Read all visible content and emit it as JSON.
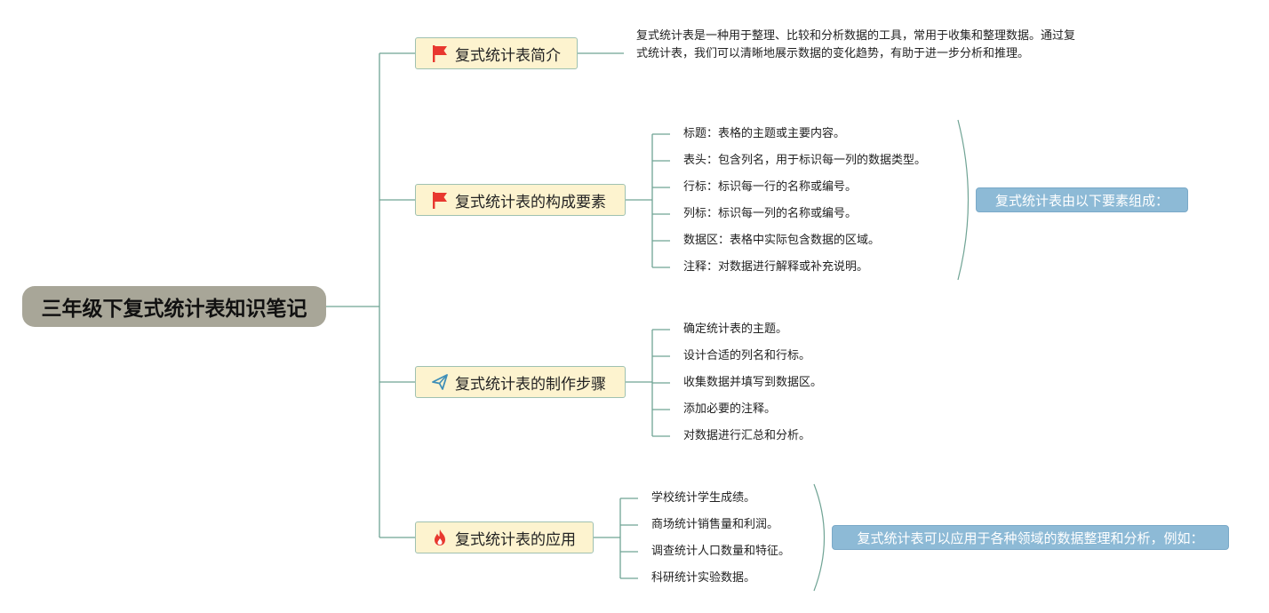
{
  "root": {
    "title": "三年级下复式统计表知识笔记"
  },
  "branches": [
    {
      "title": "复式统计表简介",
      "icon": "red-flag-icon",
      "description": "复式统计表是一种用于整理、比较和分析数据的工具，常用于收集和整理数据。通过复式统计表，我们可以清晰地展示数据的变化趋势，有助于进一步分析和推理。"
    },
    {
      "title": "复式统计表的构成要素",
      "icon": "red-flag-icon",
      "items": [
        "标题：表格的主题或主要内容。",
        "表头：包含列名，用于标识每一列的数据类型。",
        "行标：标识每一行的名称或编号。",
        "列标：标识每一列的名称或编号。",
        "数据区：表格中实际包含数据的区域。",
        "注释：对数据进行解释或补充说明。"
      ],
      "summary": "复式统计表由以下要素组成："
    },
    {
      "title": "复式统计表的制作步骤",
      "icon": "paper-plane-icon",
      "items": [
        "确定统计表的主题。",
        "设计合适的列名和行标。",
        "收集数据并填写到数据区。",
        "添加必要的注释。",
        "对数据进行汇总和分析。"
      ]
    },
    {
      "title": "复式统计表的应用",
      "icon": "flame-icon",
      "items": [
        "学校统计学生成绩。",
        "商场统计销售量和利润。",
        "调查统计人口数量和特征。",
        "科研统计实验数据。"
      ],
      "summary": "复式统计表可以应用于各种领域的数据整理和分析，例如："
    }
  ],
  "colors": {
    "line": "#6fa394",
    "root_bg": "#a8a698",
    "branch_bg": "#fdf3cf",
    "summary_bg": "#8dbad6",
    "flag": "#e8382f",
    "plane": "#3f8fb8",
    "flame": "#e8382f"
  }
}
